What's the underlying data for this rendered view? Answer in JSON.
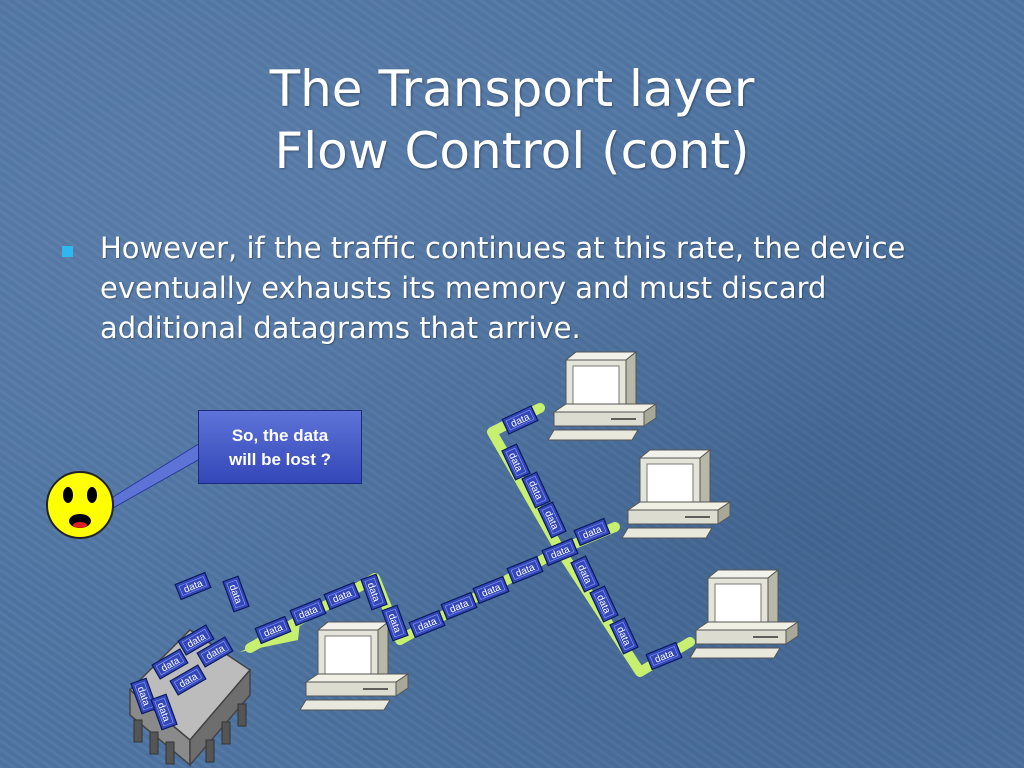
{
  "slide": {
    "title_line1": "The Transport layer",
    "title_line2": "Flow Control (cont)",
    "bullet": "However, if the traffic continues at this rate, the device eventually exhausts its memory and must discard additional datagrams that arrive."
  },
  "diagram": {
    "callout_line1": "So, the data",
    "callout_line2": "will be lost ?",
    "packet_label": "data",
    "face_icon": "shocked-face-icon",
    "device_icon": "network-device-icon",
    "computer_icon": "computer-icon",
    "colors": {
      "background": "#4f75a3",
      "link": "#c8f070",
      "packet_fill": "#3447b8",
      "callout_fill": "#4a5fd0",
      "face": "#ffff00",
      "bullet": "#2fb8f0"
    }
  }
}
